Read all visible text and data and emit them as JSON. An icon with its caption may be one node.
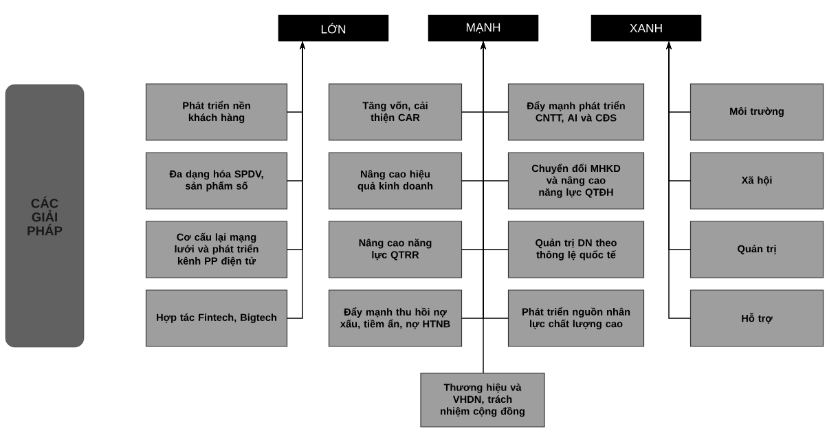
{
  "diagram": {
    "nodes": [
      {
        "text": [
          "LỚN"
        ]
      },
      {
        "text": [
          "MẠNH"
        ]
      },
      {
        "text": [
          "XANH"
        ]
      },
      {
        "text": [
          "CÁC GIẢI PHÁP"
        ]
      },
      {
        "text": [
          "Phát triển nền khách hàng"
        ]
      },
      {
        "text": [
          "Đa dạng hóa SPDV, sản phẩm số"
        ]
      },
      {
        "text": [
          "Cơ cấu lại mạng lưới và phát triển kênh PP điện tử"
        ]
      },
      {
        "text": [
          "Hợp tác Fintech, Bigtech"
        ]
      },
      {
        "text": [
          "Tăng vốn, cải thiện CAR"
        ]
      },
      {
        "text": [
          "Nâng cao hiệu quả kinh doanh"
        ]
      },
      {
        "text": [
          "Nâng cao năng lực QTRR"
        ]
      },
      {
        "text": [
          "Đẩy mạnh thu hồi nợ xấu, tiềm ẩn, nợ HTNB"
        ]
      },
      {
        "text": [
          "Đẩy mạnh phát triển CNTT, AI và CĐS"
        ]
      },
      {
        "text": [
          "Chuyển đổi MHKD và nâng cao năng lực QTĐH"
        ]
      },
      {
        "text": [
          "Quản trị DN theo thông lệ quốc tế"
        ]
      },
      {
        "text": [
          "Phát triển nguồn nhân lực chất lượng cao"
        ]
      },
      {
        "text": [
          "Môi trường"
        ]
      },
      {
        "text": [
          "Xã hội"
        ]
      },
      {
        "text": [
          "Quản trị"
        ]
      },
      {
        "text": [
          "Hỗ trợ"
        ]
      },
      {
        "text": [
          "Thương hiệu và VHDN, trách nhiệm cộng đồng"
        ]
      }
    ],
    "edges": [
      {
        "from": 4,
        "to": 0,
        "arrow": "to"
      },
      {
        "from": 5,
        "to": 0,
        "arrow": "to"
      },
      {
        "from": 6,
        "to": 0,
        "arrow": "to"
      },
      {
        "from": 7,
        "to": 0,
        "arrow": "to"
      },
      {
        "from": 8,
        "to": 1,
        "arrow": "to"
      },
      {
        "from": 9,
        "to": 1,
        "arrow": "to"
      },
      {
        "from": 10,
        "to": 1,
        "arrow": "to"
      },
      {
        "from": 11,
        "to": 1,
        "arrow": "to"
      },
      {
        "from": 12,
        "to": 1,
        "arrow": "to"
      },
      {
        "from": 13,
        "to": 1,
        "arrow": "to"
      },
      {
        "from": 14,
        "to": 1,
        "arrow": "to"
      },
      {
        "from": 15,
        "to": 1,
        "arrow": "to"
      },
      {
        "from": 20,
        "to": 1,
        "arrow": "to"
      },
      {
        "from": 16,
        "to": 2,
        "arrow": "to"
      },
      {
        "from": 17,
        "to": 2,
        "arrow": "to"
      },
      {
        "from": 18,
        "to": 2,
        "arrow": "to"
      },
      {
        "from": 19,
        "to": 2,
        "arrow": "to"
      }
    ]
  }
}
